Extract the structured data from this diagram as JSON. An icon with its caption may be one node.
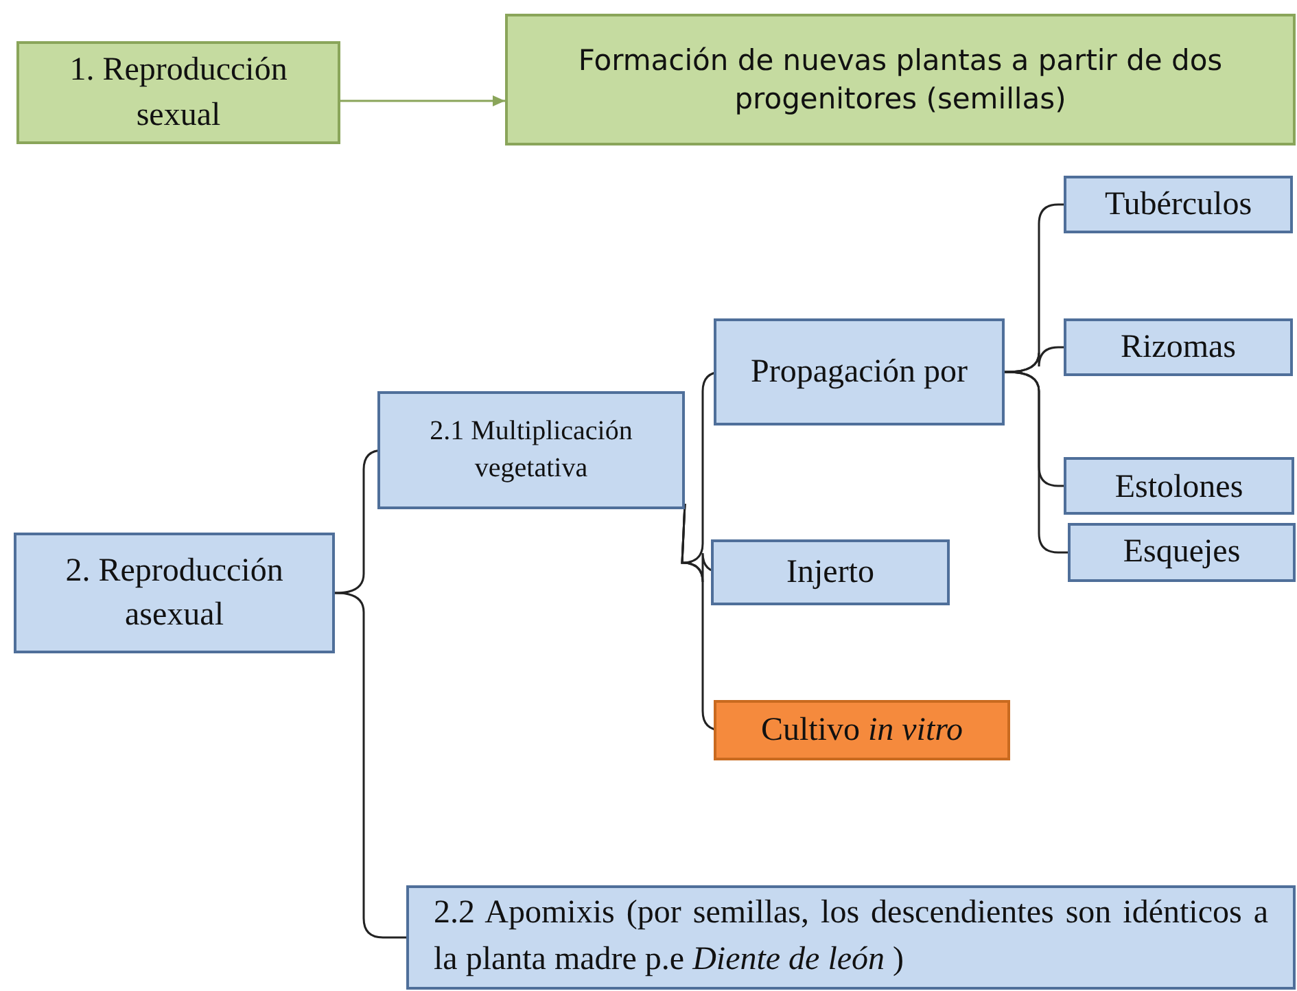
{
  "diagram": {
    "nodes": [
      {
        "text": [
          "1. Reproducción sexual"
        ]
      },
      {
        "text": [
          "Formación de nuevas plantas a partir de dos progenitores (semillas)"
        ]
      },
      {
        "text": [
          "2. Reproducción asexual"
        ]
      },
      {
        "text": [
          "2.1 Multiplicación vegetativa"
        ]
      },
      {
        "text": [
          "Propagación por"
        ]
      },
      {
        "text": [
          "Tubérculos"
        ]
      },
      {
        "text": [
          "Rizomas"
        ]
      },
      {
        "text": [
          "Estolones"
        ]
      },
      {
        "text": [
          "Esquejes"
        ]
      },
      {
        "text": [
          "Injerto"
        ]
      },
      {
        "text": [
          "Cultivo *in vitro*"
        ]
      },
      {
        "text": [
          "2.2 Apomixis (por semillas, los descendientes son idénticos a la planta madre p.e *Diente de león* )"
        ]
      }
    ],
    "edges": [
      {
        "from": 0,
        "to": 1,
        "arrow": "to",
        "color": "#8aa55a"
      },
      {
        "from": 2,
        "to": 3,
        "arrow": "none"
      },
      {
        "from": 2,
        "to": 11,
        "arrow": "none"
      },
      {
        "from": 3,
        "to": 4,
        "arrow": "none"
      },
      {
        "from": 3,
        "to": 9,
        "arrow": "none"
      },
      {
        "from": 3,
        "to": 10,
        "arrow": "none"
      },
      {
        "from": 4,
        "to": 5,
        "arrow": "none"
      },
      {
        "from": 4,
        "to": 6,
        "arrow": "none"
      },
      {
        "from": 4,
        "to": 7,
        "arrow": "none"
      },
      {
        "from": 4,
        "to": 8,
        "arrow": "none"
      }
    ]
  }
}
